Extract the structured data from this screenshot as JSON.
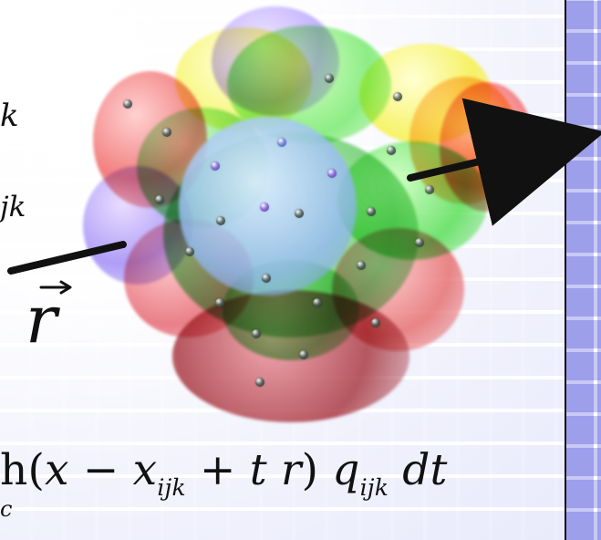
{
  "labels": {
    "left_top": "k",
    "left_middle": "jk",
    "vector": "r",
    "formula_prefix": "h(",
    "formula_x": "x",
    "formula_minus": "−",
    "formula_xijk": "x",
    "formula_ijk_subscript": "ijk",
    "formula_plus": "+",
    "formula_t": "t",
    "formula_r": "r",
    "formula_close": ")",
    "formula_q": "q",
    "formula_q_subscript": "ijk",
    "formula_dt": "dt",
    "formula_tail": "c"
  },
  "colors": {
    "arrow": "#111111",
    "divider": "#111111",
    "purple": "#9b86ff",
    "blue": "#8fb6ef",
    "green": "#52dc4d",
    "yellow": "#f0ef33",
    "red": "#f16b6b",
    "dark_red": "#9f2930",
    "orange": "#ffb13f"
  }
}
